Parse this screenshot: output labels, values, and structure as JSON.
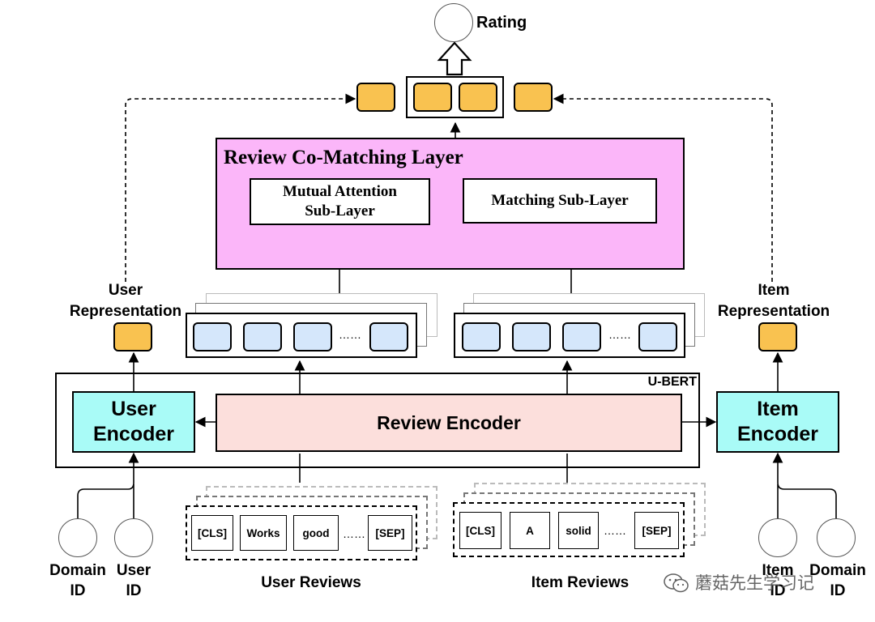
{
  "top": {
    "rating_label": "Rating"
  },
  "comatching": {
    "title": "Review Co-Matching Layer",
    "mutual_attention": "Mutual Attention Sub-Layer",
    "matching": "Matching Sub-Layer"
  },
  "user_side": {
    "representation_label": "User Representation",
    "encoder_label": "User Encoder",
    "domain_id_label": "Domain ID",
    "user_id_label": "User ID"
  },
  "item_side": {
    "representation_label": "Item Representation",
    "encoder_label": "Item Encoder",
    "item_id_label": "Item ID",
    "domain_id_label": "Domain ID"
  },
  "ubert": {
    "label": "U-BERT",
    "review_encoder": "Review Encoder"
  },
  "token_seqs": {
    "ellipsis": "……"
  },
  "user_reviews": {
    "label": "User Reviews",
    "tokens": [
      "[CLS]",
      "Works",
      "good",
      "[SEP]"
    ]
  },
  "item_reviews": {
    "label": "Item Reviews",
    "tokens": [
      "[CLS]",
      "A",
      "solid",
      "[SEP]"
    ]
  },
  "watermark": {
    "text": "蘑菇先生学习记"
  },
  "colors": {
    "pill_orange": "#F9C250",
    "pill_blue": "#D5E7FB",
    "comatching_bg": "#FBB6F9",
    "encoder_cyan": "#A9FBF7",
    "review_encoder_bg": "#FCDFDC"
  }
}
